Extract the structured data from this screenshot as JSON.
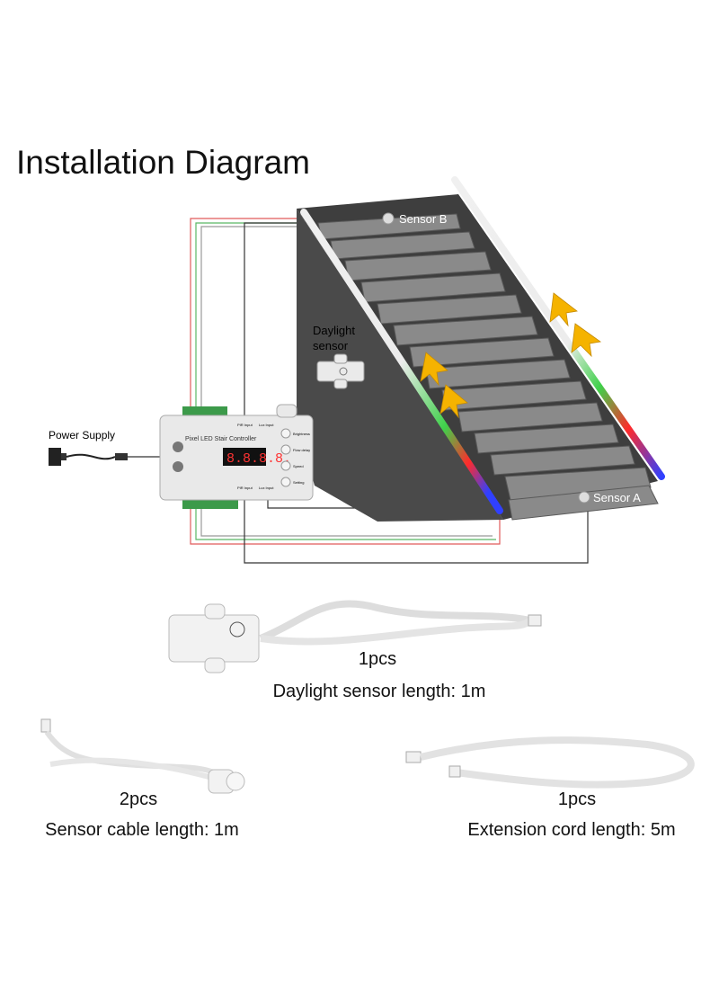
{
  "title": "Installation Diagram",
  "labels": {
    "sensor_b": "Sensor B",
    "sensor_a": "Sensor A",
    "daylight_sensor_line1": "Daylight",
    "daylight_sensor_line2": "sensor",
    "power_supply": "Power Supply"
  },
  "controller": {
    "name": "Pixel LED Stair Controller",
    "display": "8.8.8.8.",
    "button_labels": [
      "Brightness",
      "Flow delay",
      "Speed",
      "Setting"
    ],
    "port_pir_input": "PIR Input",
    "port_lux_input": "Lux Input"
  },
  "products": {
    "daylight": {
      "qty": "1pcs",
      "caption": "Daylight sensor length: 1m"
    },
    "sensor_cable": {
      "qty": "2pcs",
      "caption": "Sensor cable length: 1m"
    },
    "extension": {
      "qty": "1pcs",
      "caption": "Extension cord length: 5m"
    }
  }
}
